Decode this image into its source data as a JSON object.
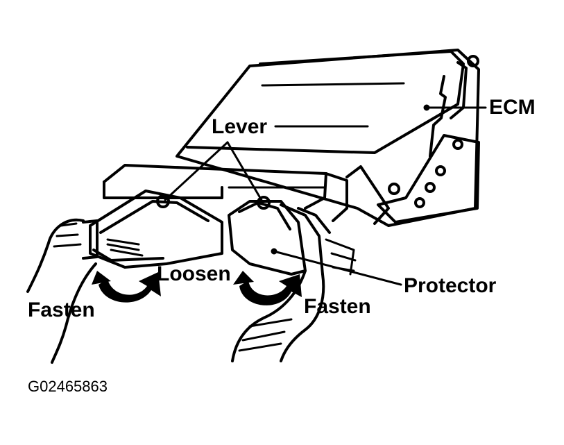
{
  "labels": {
    "ecm": "ECM",
    "lever": "Lever",
    "loosen": "Loosen",
    "protector": "Protector",
    "fasten_left": "Fasten",
    "fasten_right": "Fasten"
  },
  "figure_id": "G02465863",
  "colors": {
    "ink": "#000000",
    "paper": "#ffffff"
  }
}
